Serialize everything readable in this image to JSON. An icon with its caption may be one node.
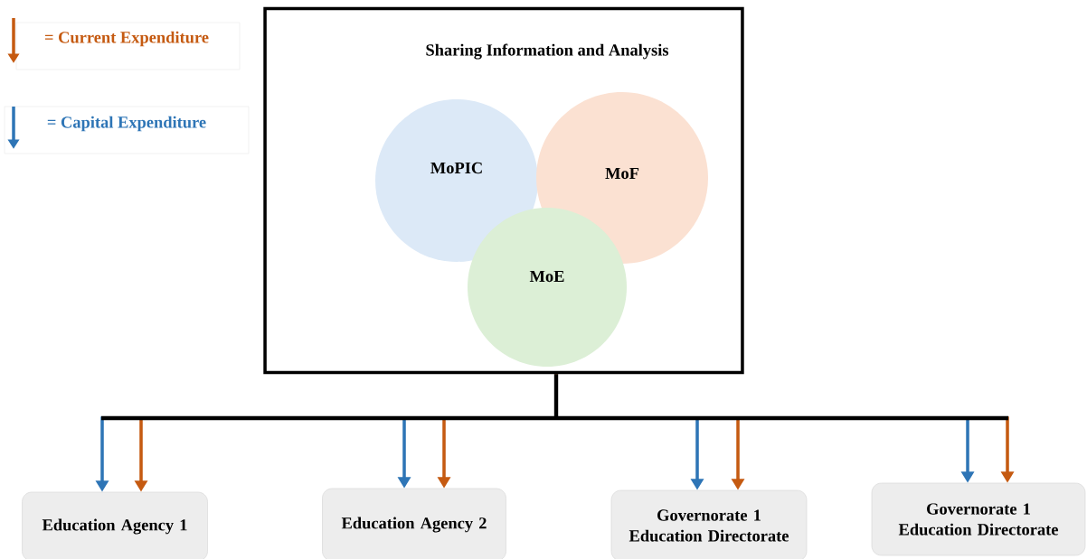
{
  "diagram": {
    "nodes": [
      {
        "text": [
          "Sharing Information and Analysis"
        ]
      },
      {
        "text": [
          "MoPIC"
        ],
        "in": 0
      },
      {
        "text": [
          "MoF"
        ],
        "in": 0
      },
      {
        "text": [
          "MoE"
        ],
        "in": 0
      },
      {
        "text": [
          "Education Agency 1"
        ]
      },
      {
        "text": [
          "Education Agency 2"
        ]
      },
      {
        "text": [
          "Governorate 1 Education Directorate"
        ]
      },
      {
        "text": [
          "Governorate 1 Education Directorate"
        ]
      }
    ],
    "edges": [
      {
        "from": 0,
        "to": 4,
        "arrow": "to",
        "color": "#2e75b6"
      },
      {
        "from": 0,
        "to": 4,
        "arrow": "to",
        "color": "#c55a11"
      },
      {
        "from": 0,
        "to": 5,
        "arrow": "to",
        "color": "#2e75b6"
      },
      {
        "from": 0,
        "to": 5,
        "arrow": "to",
        "color": "#c55a11"
      },
      {
        "from": 0,
        "to": 6,
        "arrow": "to",
        "color": "#2e75b6"
      },
      {
        "from": 0,
        "to": 6,
        "arrow": "to",
        "color": "#c55a11"
      },
      {
        "from": 0,
        "to": 7,
        "arrow": "to",
        "color": "#2e75b6"
      },
      {
        "from": 0,
        "to": 7,
        "arrow": "to",
        "color": "#c55a11"
      }
    ],
    "legend": [
      {
        "text": "= Current Expenditure"
      },
      {
        "text": "= Capital Expenditure"
      }
    ]
  }
}
